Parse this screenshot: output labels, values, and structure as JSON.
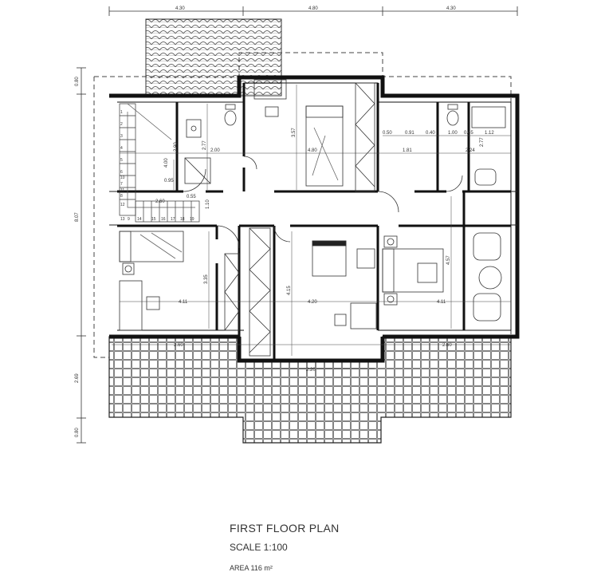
{
  "title": "FIRST FLOOR PLAN",
  "scale": "SCALE  1:100",
  "area": "AREA 116 m²",
  "dims_top": [
    "4.30",
    "4.80",
    "4.30"
  ],
  "dims_left": [
    "0.80",
    "8.07",
    "2.69",
    "0.80"
  ],
  "dims_room": {
    "stair_bath_h1": "2.90",
    "stair_bath_h2": "2.77",
    "hall_w_left": "2.00",
    "bed_top_h": "3.57",
    "bed_top_w": "4.80",
    "wc_w1": "0.50",
    "wc_w2": "0.91",
    "wc_w3": "0.40",
    "wc_w4": "1.00",
    "wc_w5": "0.45",
    "wc_w6": "1.12",
    "hall_w_mid": "1.81",
    "hall_w_right": "2.24",
    "bath_right_h": "2.77",
    "stair_w1": "4.00",
    "stair_w2": "0.95",
    "stair_w3": "2.60",
    "stair_w4": "0.55",
    "stair_h": "1.10",
    "bed_left_h": "3.35",
    "bed_left_w": "4.11",
    "bed_mid_h": "4.15",
    "bed_mid_w": "4.20",
    "bed_right_h": "4.57",
    "bed_right_w": "4.11",
    "terrace_w_left": "2.60",
    "terrace_w_mid": "2.20",
    "terrace_w_right": "2.60"
  },
  "stair_steps": [
    "1",
    "2",
    "3",
    "4",
    "5",
    "6",
    "7",
    "8",
    "9",
    "10",
    "11",
    "12",
    "13",
    "14",
    "15",
    "16",
    "17",
    "18",
    "19"
  ]
}
